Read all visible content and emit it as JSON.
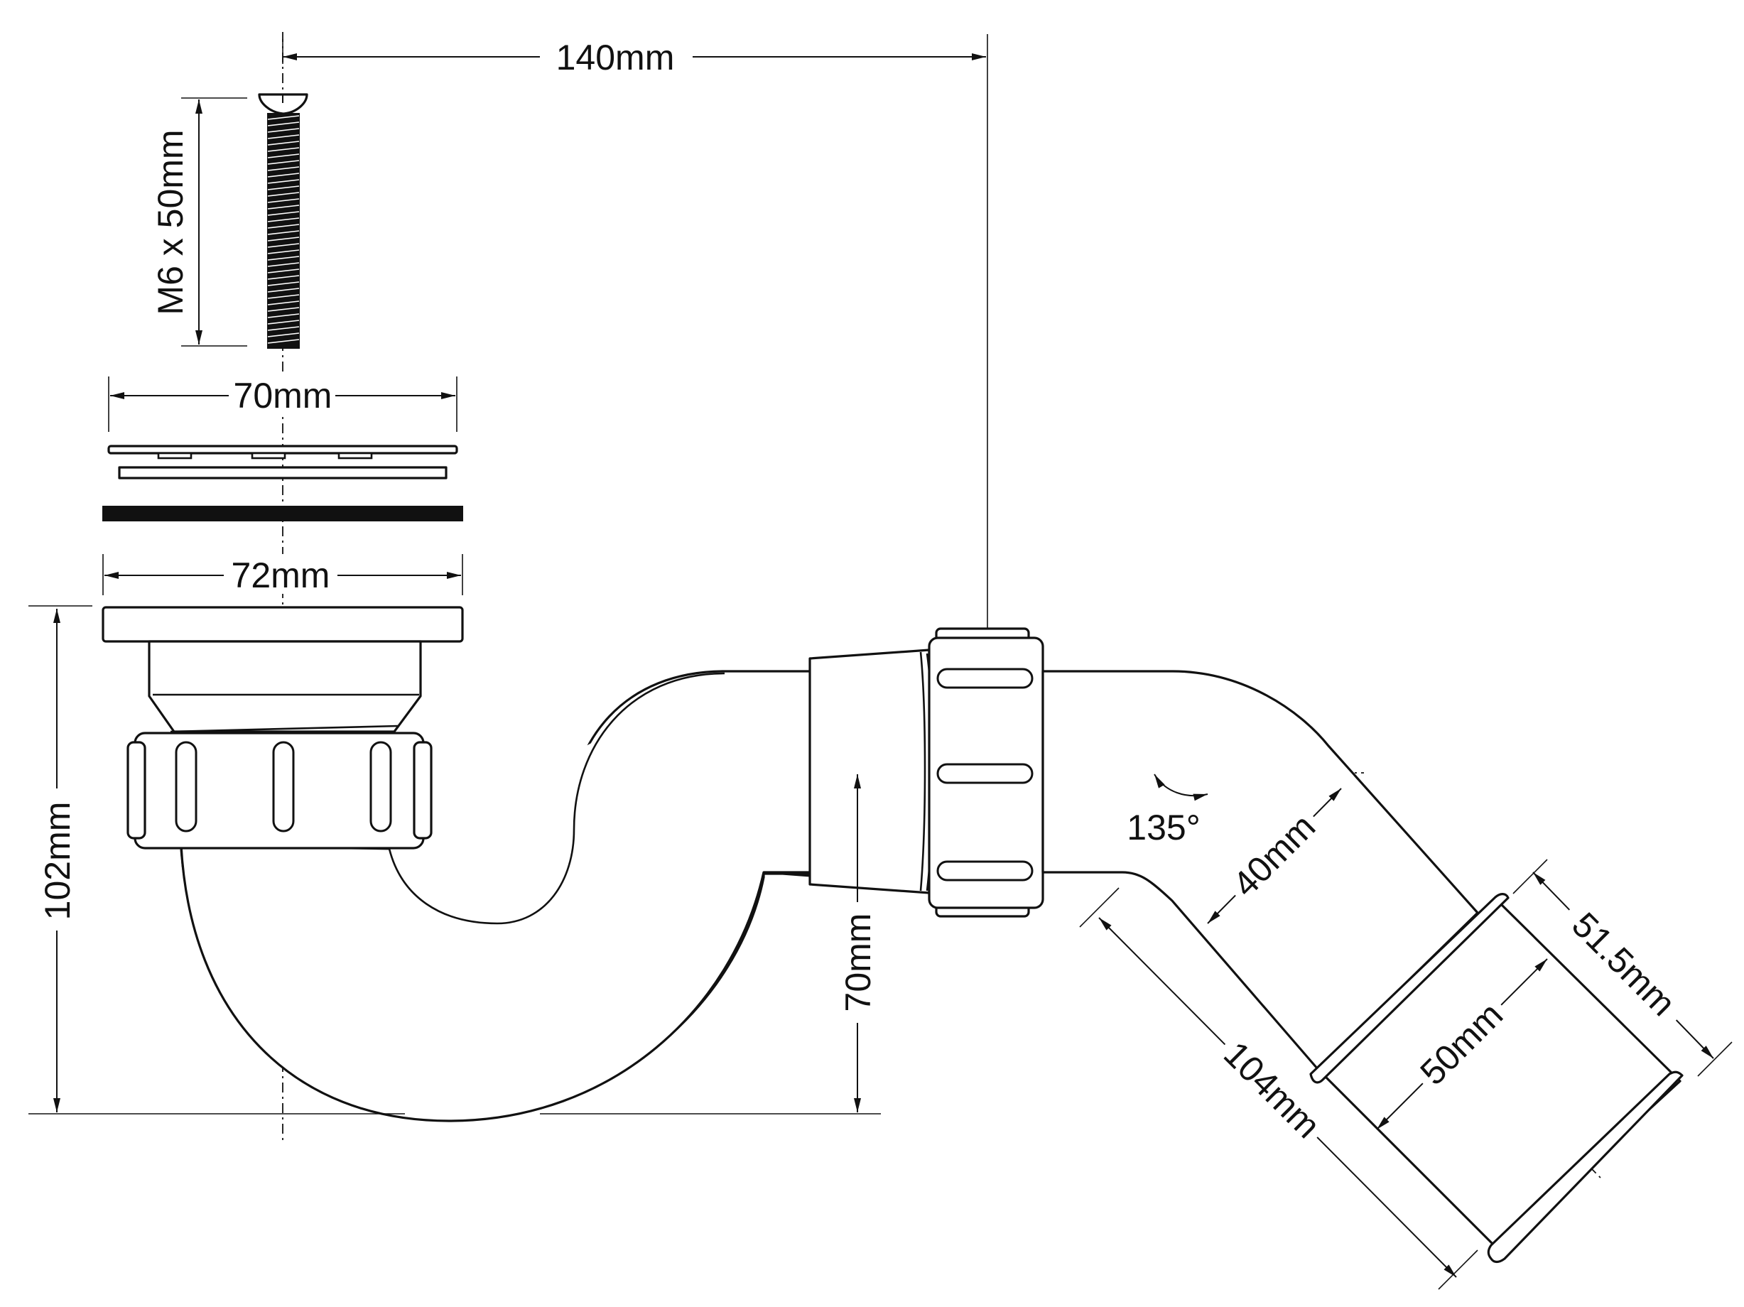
{
  "title": "Shower trap technical drawing",
  "dimensions": {
    "offset": "140mm",
    "screw": "M6 x 50mm",
    "grate_width": "70mm",
    "body_width": "72mm",
    "total_height": "102mm",
    "outlet_height": "70mm",
    "angle": "135°",
    "pipe_diameter": "40mm",
    "outlet_length": "104mm",
    "spigot_inner": "50mm",
    "spigot_outer": "51.5mm"
  },
  "colors": {
    "line": "#111111",
    "background": "#ffffff"
  }
}
